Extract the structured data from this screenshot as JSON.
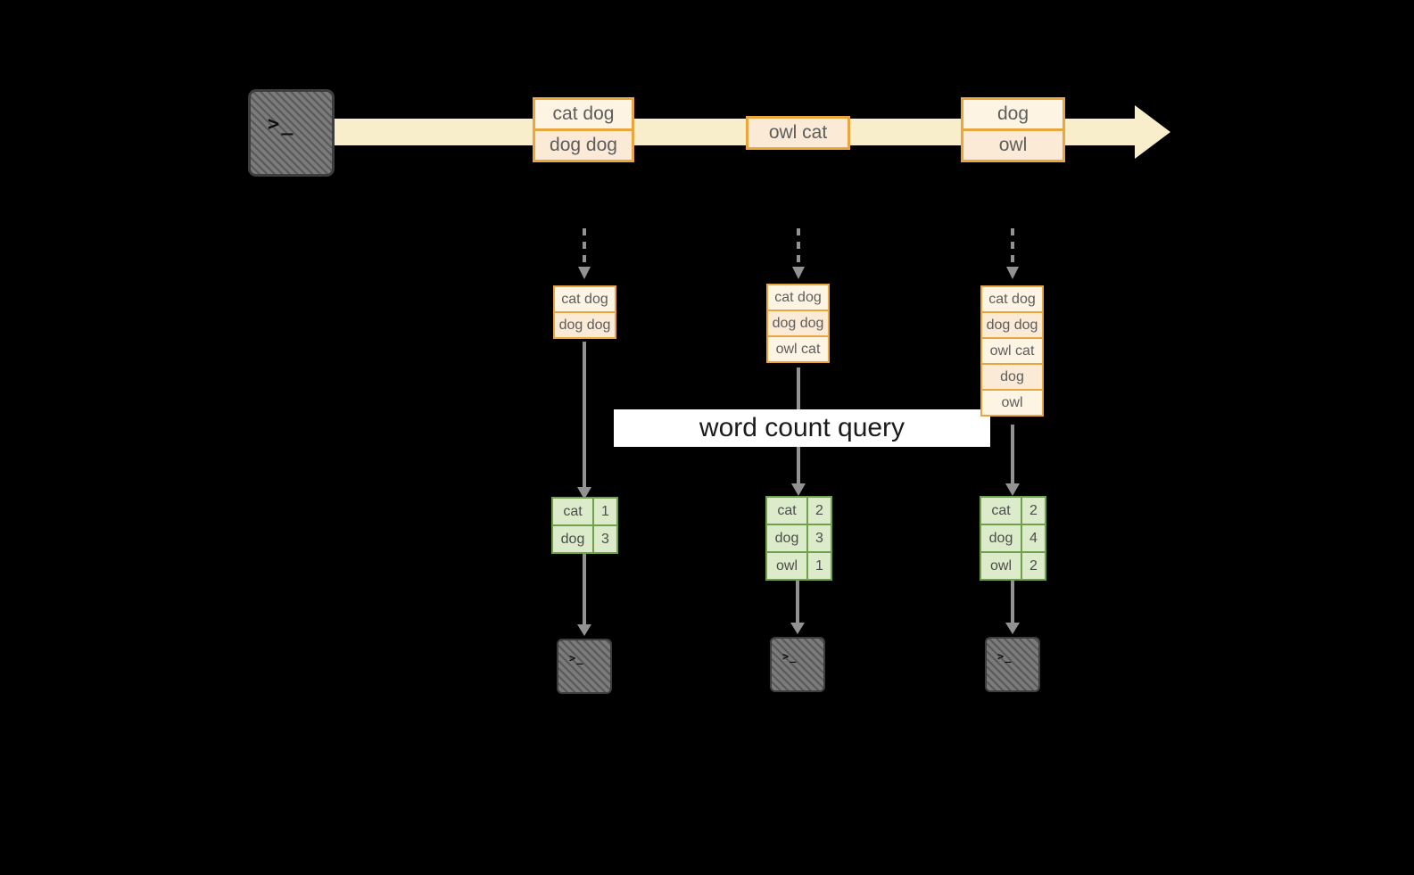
{
  "banner": {
    "label": "word count query"
  },
  "icons": {
    "terminal_glyph": ">_"
  },
  "stream": {
    "boxes": [
      {
        "lines": [
          "cat dog",
          "dog dog"
        ]
      },
      {
        "lines": [
          "owl cat"
        ]
      },
      {
        "lines": [
          "dog",
          "owl"
        ]
      }
    ]
  },
  "pipelines": [
    {
      "records": [
        "cat dog",
        "dog dog"
      ],
      "counts": [
        {
          "word": "cat",
          "count": "1"
        },
        {
          "word": "dog",
          "count": "3"
        }
      ]
    },
    {
      "records": [
        "cat dog",
        "dog dog",
        "owl cat"
      ],
      "counts": [
        {
          "word": "cat",
          "count": "2"
        },
        {
          "word": "dog",
          "count": "3"
        },
        {
          "word": "owl",
          "count": "1"
        }
      ]
    },
    {
      "records": [
        "cat dog",
        "dog dog",
        "owl cat",
        "dog",
        "owl"
      ],
      "counts": [
        {
          "word": "cat",
          "count": "2"
        },
        {
          "word": "dog",
          "count": "4"
        },
        {
          "word": "owl",
          "count": "2"
        }
      ]
    }
  ],
  "colors": {
    "background": "#000000",
    "stream_arrow": "#f9eecb",
    "record_border": "#e9a63e",
    "record_fill_light": "#fdf4e3",
    "record_fill_dark": "#fbead5",
    "table_border": "#6fa04c",
    "table_fill": "#dcebc9",
    "arrow_gray": "#929292",
    "banner_bg": "#ffffff"
  }
}
